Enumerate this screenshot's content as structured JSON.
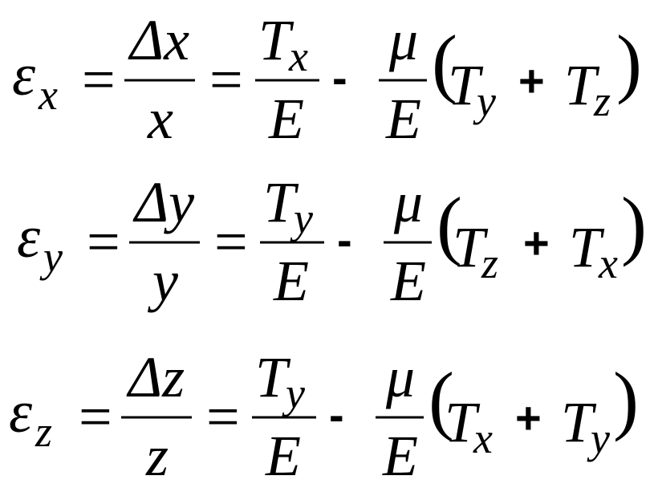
{
  "equations": [
    {
      "lhs": "ε",
      "lhs_sub": "x",
      "eq": "=",
      "frac1_num": "Δx",
      "frac1_den": "x",
      "frac2_num": "T",
      "frac2_num_sub": "x",
      "frac2_den": "E",
      "minus": "-",
      "frac3_num": "μ",
      "frac3_den": "E",
      "lparen": "(",
      "rparen": ")",
      "t1": "T",
      "t1_sub": "y",
      "plus": "+",
      "t2": "T",
      "t2_sub": "z"
    },
    {
      "lhs": "ε",
      "lhs_sub": "y",
      "eq": "=",
      "frac1_num": "Δy",
      "frac1_den": "y",
      "frac2_num": "T",
      "frac2_num_sub": "y",
      "frac2_den": "E",
      "minus": "-",
      "frac3_num": "μ",
      "frac3_den": "E",
      "lparen": "(",
      "rparen": ")",
      "t1": "T",
      "t1_sub": "z",
      "plus": "+",
      "t2": "T",
      "t2_sub": "x"
    },
    {
      "lhs": "ε",
      "lhs_sub": "z",
      "eq": "=",
      "frac1_num": "Δz",
      "frac1_den": "z",
      "frac2_num": "T",
      "frac2_num_sub": "y",
      "frac2_den": "E",
      "minus": "-",
      "frac3_num": "μ",
      "frac3_den": "E",
      "lparen": "(",
      "rparen": ")",
      "t1": "T",
      "t1_sub": "x",
      "plus": "+",
      "t2": "T",
      "t2_sub": "y"
    }
  ]
}
